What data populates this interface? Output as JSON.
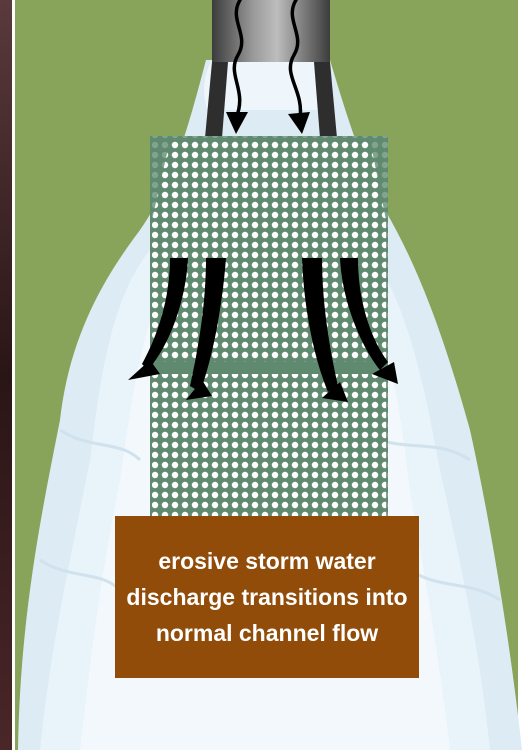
{
  "caption": {
    "lines": [
      "erosive storm water",
      "discharge transitions into",
      "normal channel flow"
    ]
  },
  "colors": {
    "ground": "#88a35a",
    "left_strip": "#3a1d1e",
    "water": "#e8f3fa",
    "pipe": "#4d4d4d",
    "screen": "#5f8a70",
    "perforation": "#ffffff",
    "arrow": "#000000",
    "caption_box": "#904c08",
    "caption_text": "#ffffff"
  },
  "icons": [
    "pipe-icon",
    "flow-arrow-icon",
    "perforated-screen-icon",
    "water-plume-icon"
  ]
}
